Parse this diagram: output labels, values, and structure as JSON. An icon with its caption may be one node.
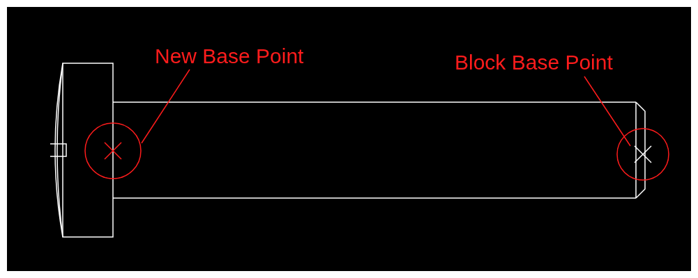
{
  "diagram": {
    "nodes": [
      {
        "text": [
          "New Base Point"
        ]
      },
      {
        "text": [],
        "shape": "circle"
      },
      {
        "text": [
          "Block Base Point"
        ]
      },
      {
        "text": [],
        "shape": "circle"
      }
    ],
    "edges": [
      {
        "from": 0,
        "to": 1,
        "arrow": "none"
      },
      {
        "from": 2,
        "to": 3,
        "arrow": "none"
      }
    ]
  }
}
